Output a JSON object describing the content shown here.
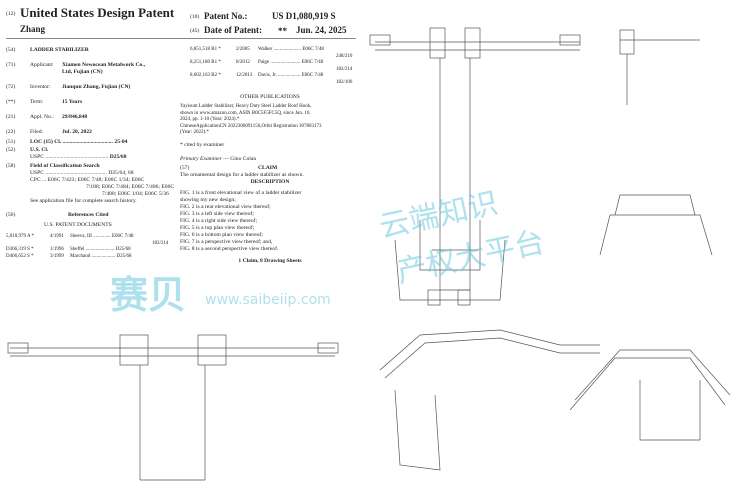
{
  "header": {
    "code12": "(12)",
    "title": "United States Design Patent",
    "inventor_surname": "Zhang",
    "code10": "(10)",
    "patent_no_label": "Patent No.:",
    "patent_no": "US D1,080,919 S",
    "code45": "(45)",
    "date_label": "Date of Patent:",
    "date_mark": "**",
    "date": "Jun. 24, 2025"
  },
  "left": [
    {
      "code": "(54)",
      "label": "",
      "value": "LADDER STABILIZER"
    },
    {
      "code": "(71)",
      "label": "Applicant:",
      "value": "Xiamen Newocean Metalwork Co.,",
      "value2": "Ltd, Fujian (CN)"
    },
    {
      "code": "(72)",
      "label": "Inventor:",
      "value": "Jianqun Zhang, Fujian (CN)"
    },
    {
      "code": "(**)",
      "label": "Term:",
      "value": "15 Years"
    },
    {
      "code": "(21)",
      "label": "Appl. No.:",
      "value": "29/846,848"
    },
    {
      "code": "(22)",
      "label": "Filed:",
      "value": "Jul. 20, 2022"
    }
  ],
  "loc": {
    "code": "(51)",
    "label": "LOC (15) Cl. ....................................",
    "value": "25-04"
  },
  "us_cl": {
    "code": "(52)",
    "label": "U.S. Cl.",
    "uspc": "USPC .............................................",
    "value": "D25/68"
  },
  "field": {
    "code": "(58)",
    "label": "Field of Classification Search",
    "uspc": "USPC ............................................ D25/64, 68",
    "cpc": [
      "CPC ... E06C 7/423; E06C 7/48; E06C 1/34; E06C",
      "7/188; E06C 7/484; E06C 7/486; E06C",
      "7/488; E06C 1/04; E06C 5/36"
    ],
    "note": "See application file for complete search history."
  },
  "refs": {
    "code": "(56)",
    "title": "References Cited",
    "subtitle": "U.S. PATENT DOCUMENTS",
    "items": [
      {
        "no": "5,010,979 A *",
        "date": "4/1991",
        "name": "Sheeva, III ..............",
        "cls": "E06C 7/48",
        "cls2": "182/214"
      },
      {
        "no": "D366,319 S *",
        "date": "1/1996",
        "name": "Sheffel .......................",
        "cls": "D25/68",
        "cls2": ""
      },
      {
        "no": "D406,652 S *",
        "date": "3/1999",
        "name": "Marchand ...................",
        "cls": "D25/68",
        "cls2": ""
      }
    ],
    "items_right": [
      {
        "no": "6,851,518 B1 *",
        "date": "2/2005",
        "name": "Walker ......................",
        "cls": "E06C 7/48",
        "cls2": "248/210"
      },
      {
        "no": "8,251,180 B1 *",
        "date": "8/2012",
        "name": "Paige ........................",
        "cls": "E06C 7/48",
        "cls2": "182/214"
      },
      {
        "no": "8,602,163 B2 *",
        "date": "12/2013",
        "name": "Davis, Jr. ..................",
        "cls": "E06C 7/48",
        "cls2": "182/106"
      }
    ]
  },
  "other": {
    "title": "OTHER PUBLICATIONS",
    "lines": [
      "Yayisum Ladder Stabilizer, Heavy Duty Steel Ladder Roof Hook,",
      "shown in www.amazon.com, ASIN B0C5F5FC5Q, since Jun. 10,",
      "2024, pp. 1-10 (Year: 2024).*",
      "ChineseApplicationCN 2022306091156,Orbit Registration 307803173",
      "(Year: 2022).*"
    ],
    "cited": "* cited by examiner"
  },
  "examiner": {
    "label": "Primary Examiner",
    "value": " — Gino Colan"
  },
  "claim": {
    "code": "(57)",
    "title": "CLAIM",
    "text": "The ornamental design for a ladder stabilizer as shown."
  },
  "description": {
    "title": "DESCRIPTION",
    "lines": [
      "FIG. 1 is a front elevational view of a ladder stabilizer",
      "showing my new design;",
      "FIG. 2 is a rear elevational view thereof;",
      "FIG. 3 is a left side view thereof;",
      "FIG. 4 is a right side view thereof;",
      "FIG. 5 is a top plan view thereof;",
      "FIG. 6 is a bottom plan view thereof;",
      "FIG. 7 is a perspective view thereof; and,",
      "FIG. 8 is a second perspective view thereof."
    ],
    "summary": "1 Claim, 8 Drawing Sheets"
  },
  "watermark": {
    "logo": "赛贝",
    "url": "www.saibeiip.com",
    "slogan1": "云端知识",
    "slogan2": "产权大平台",
    "color": "#6cc9e0"
  }
}
